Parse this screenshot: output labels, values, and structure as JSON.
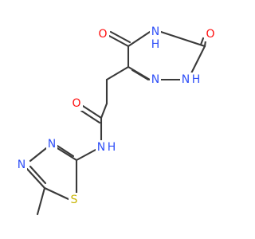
{
  "colors": {
    "bond": "#3a3a3a",
    "oxygen": "#ff0d0d",
    "nitrogen": "#3050f8",
    "sulfur": "#c8b400",
    "carbon": "#3a3a3a",
    "background": "#ffffff"
  },
  "atoms": [
    {
      "id": "o_ring_left",
      "label": "O",
      "element": "O"
    },
    {
      "id": "o_ring_right",
      "label": "O",
      "element": "O"
    },
    {
      "id": "n_ring_nh_top",
      "label": "N",
      "sub": "H",
      "element": "N"
    },
    {
      "id": "n_ring_nh_right",
      "label": "N",
      "sub": "H",
      "element": "N"
    },
    {
      "id": "n_ring_left",
      "label": "N",
      "element": "N"
    },
    {
      "id": "o_amide",
      "label": "O",
      "element": "O"
    },
    {
      "id": "n_amide",
      "label": "N",
      "sub": "H",
      "element": "N"
    },
    {
      "id": "n_thiadiazole_upper",
      "label": "N",
      "element": "N"
    },
    {
      "id": "n_thiadiazole_lower",
      "label": "N",
      "element": "N"
    },
    {
      "id": "s_thiadiazole",
      "label": "S",
      "element": "S"
    }
  ]
}
